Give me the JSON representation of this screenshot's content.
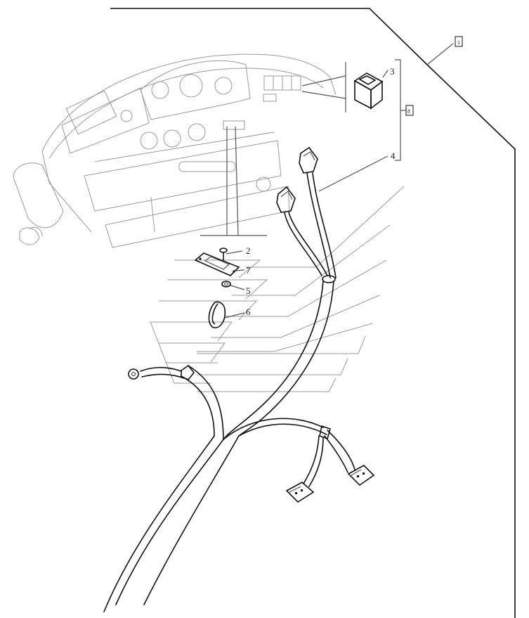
{
  "callouts": {
    "item_1": "1",
    "item_2": "2",
    "item_3": "3",
    "item_4": "4",
    "item_5": "5",
    "item_6": "6",
    "item_7": "7",
    "item_8": "8"
  },
  "colors": {
    "line": "#111111",
    "faint": "#9a9a9a",
    "background": "#ffffff"
  }
}
